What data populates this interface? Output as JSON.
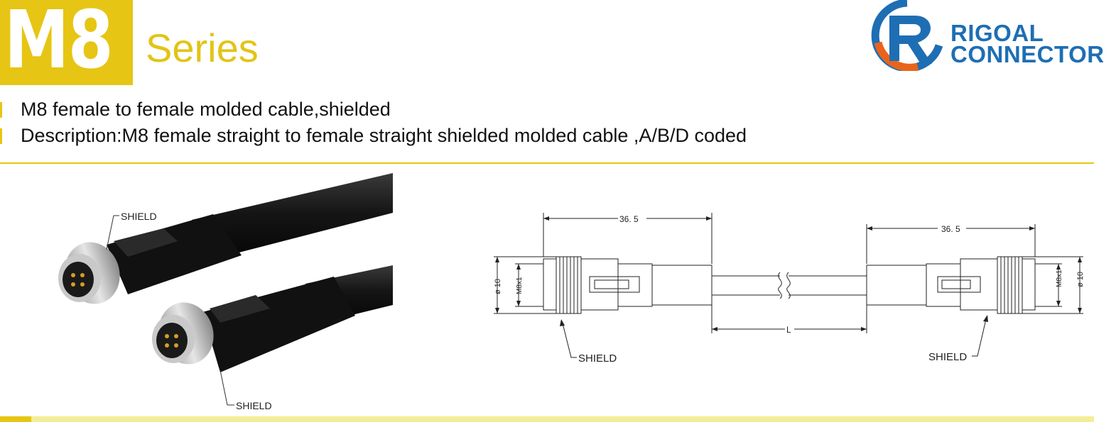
{
  "header": {
    "badge_text": "M8",
    "series_text": "Series"
  },
  "logo": {
    "line1": "RIGOAL",
    "line2": "CONNECTOR",
    "colors": {
      "blue": "#1e6eb4",
      "orange": "#e8641c"
    }
  },
  "bullets": [
    "M8 female to female molded cable,shielded",
    "Description:M8 female straight to female straight shielded molded cable ,A/B/D coded"
  ],
  "photo": {
    "shield_label_top": "SHIELD",
    "shield_label_bottom": "SHIELD"
  },
  "drawing": {
    "dim_left_length": "36. 5",
    "dim_right_length": "36. 5",
    "dim_left_diameter": "ø 10",
    "dim_left_thread": "M8x1",
    "dim_right_diameter": "ø 10",
    "dim_right_thread": "M8x1",
    "dim_cable_length": "L",
    "shield_label_left": "SHIELD",
    "shield_label_right": "SHIELD"
  },
  "colors": {
    "accent_yellow": "#e7c514",
    "footer_light": "#f3ee96"
  }
}
